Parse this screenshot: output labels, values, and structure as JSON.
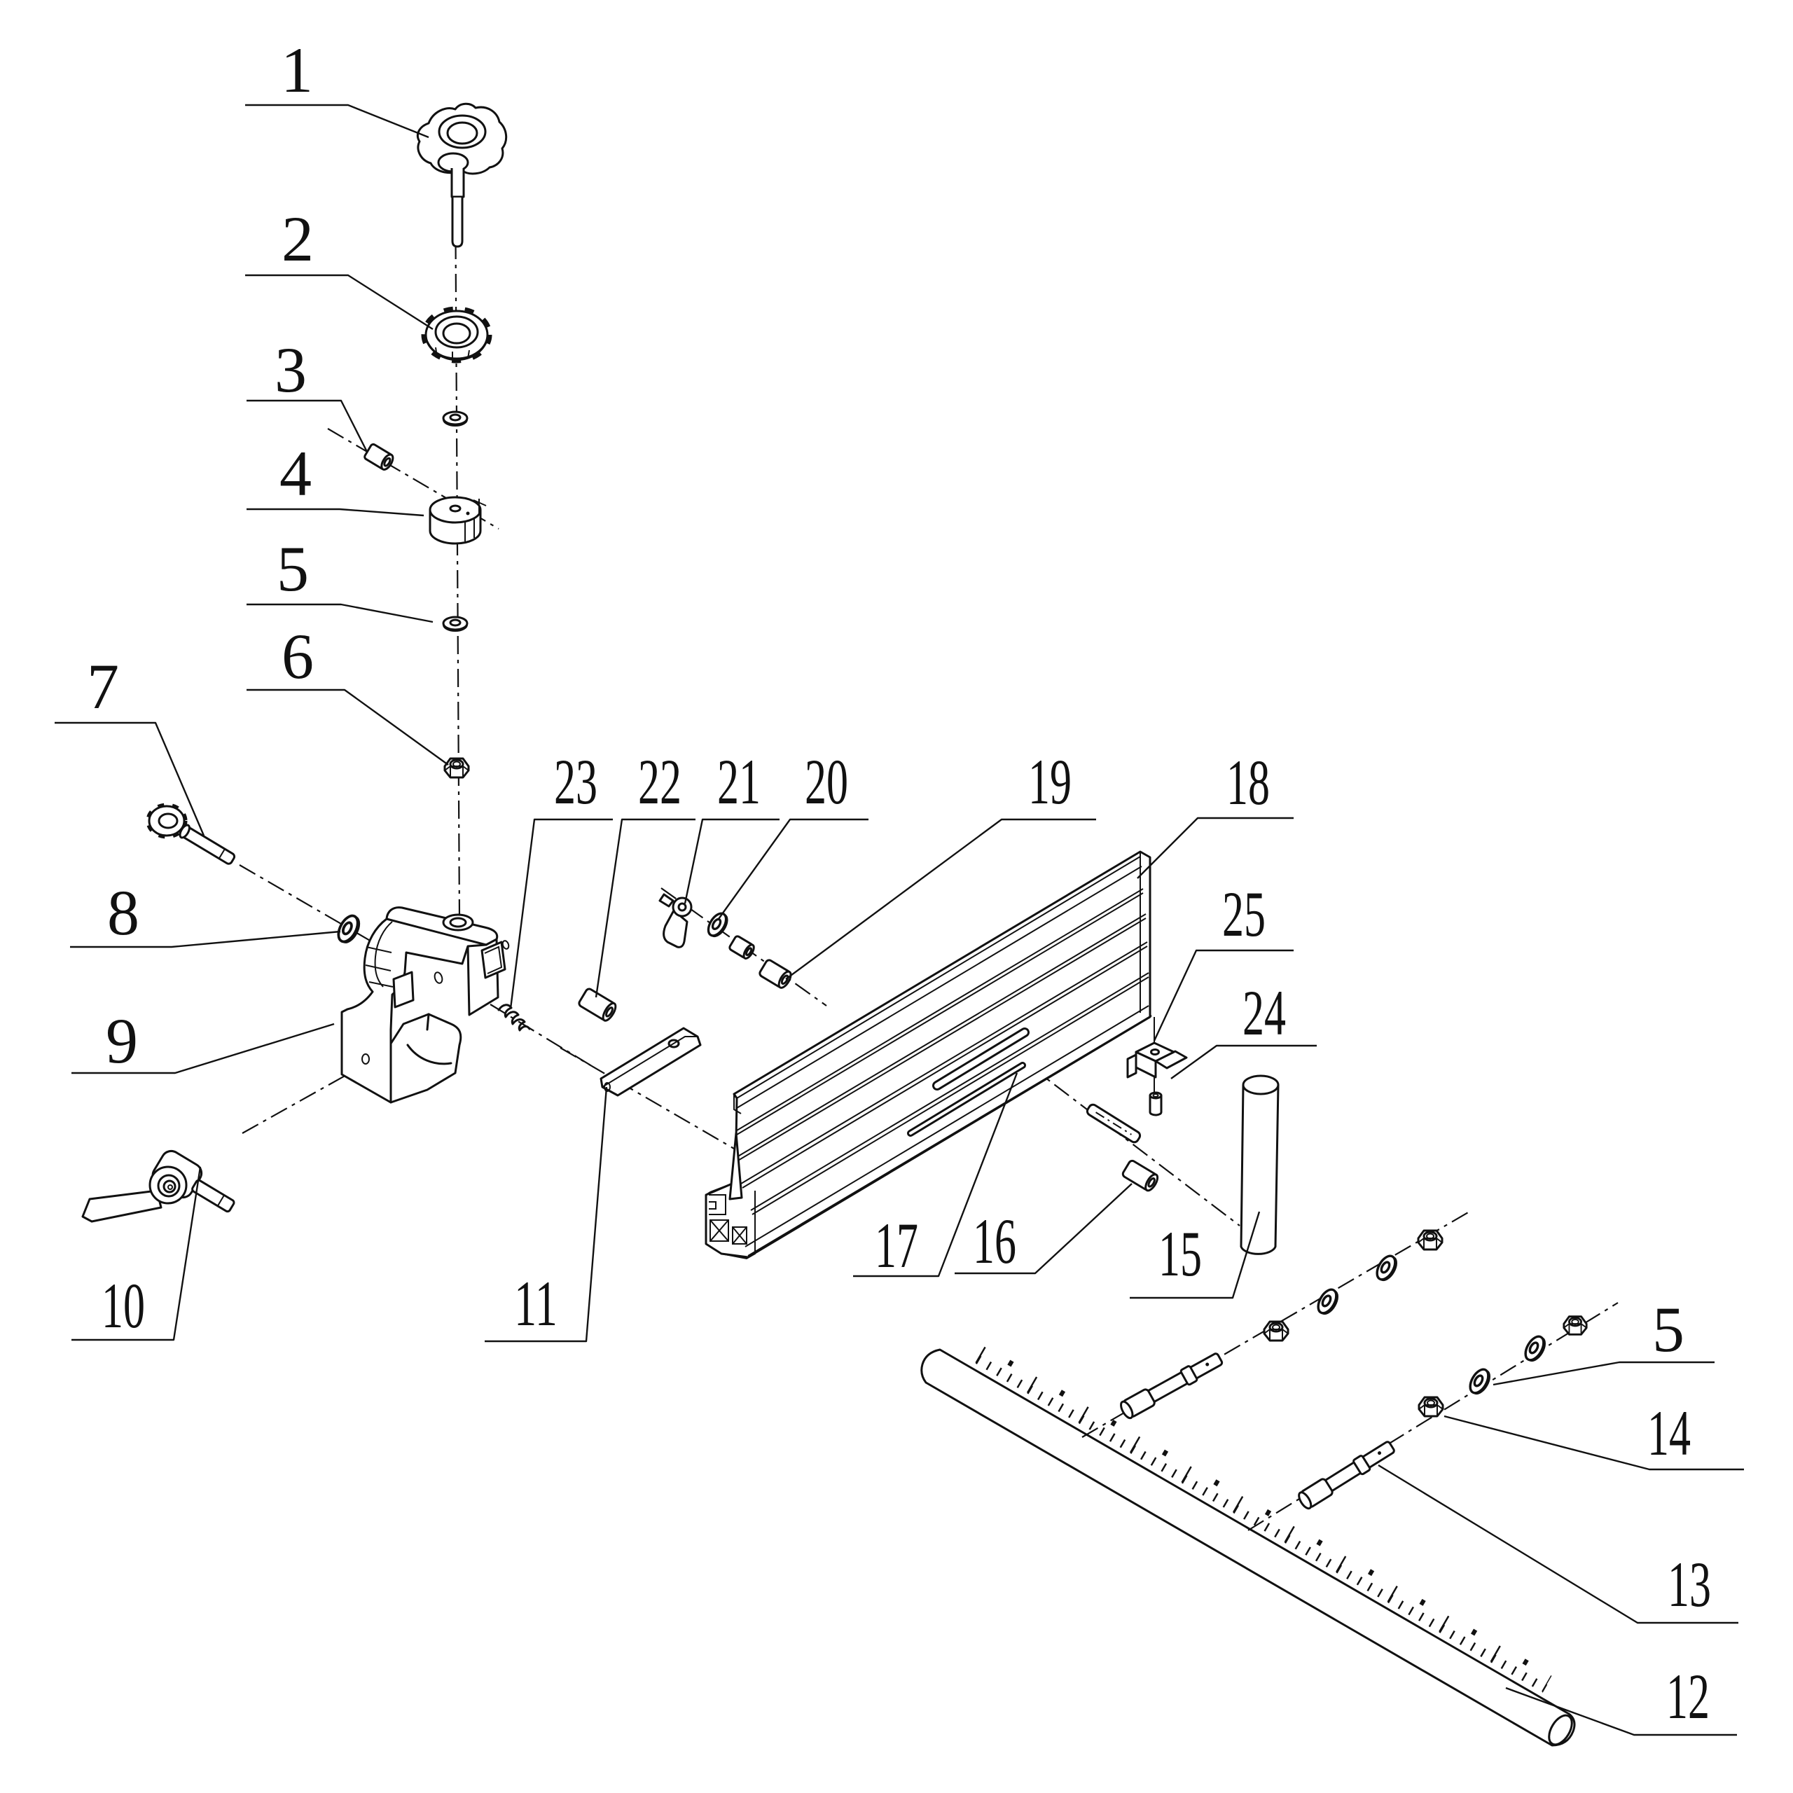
{
  "figure": {
    "type": "exploded-parts-diagram",
    "description": "Black line technical exploded view of a fence / micro-adjust assembly with numbered callouts",
    "colors": {
      "background": "#ffffff",
      "line": "#111111"
    },
    "callouts": [
      {
        "num": "1"
      },
      {
        "num": "2"
      },
      {
        "num": "3"
      },
      {
        "num": "4"
      },
      {
        "num": "5"
      },
      {
        "num": "6"
      },
      {
        "num": "7"
      },
      {
        "num": "8"
      },
      {
        "num": "9"
      },
      {
        "num": "10"
      },
      {
        "num": "11"
      },
      {
        "num": "23"
      },
      {
        "num": "22"
      },
      {
        "num": "21"
      },
      {
        "num": "20"
      },
      {
        "num": "19"
      },
      {
        "num": "18"
      },
      {
        "num": "25"
      },
      {
        "num": "24"
      },
      {
        "num": "17"
      },
      {
        "num": "16"
      },
      {
        "num": "15"
      },
      {
        "num": "5"
      },
      {
        "num": "14"
      },
      {
        "num": "13"
      },
      {
        "num": "12"
      }
    ]
  }
}
